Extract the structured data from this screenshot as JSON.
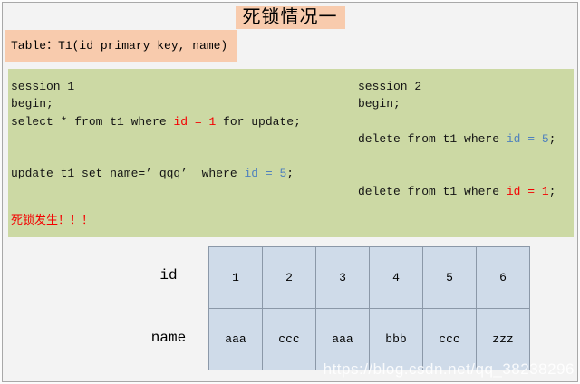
{
  "colors": {
    "page_bg": "#f3f3f3",
    "highlight_orange": "#f8cbad",
    "panel_green": "#ccd9a4",
    "cell_blue": "#cfdbe9",
    "grid_gray": "#8b98a8",
    "sql_red": "#f40000",
    "sql_blue": "#4f81bd"
  },
  "title": {
    "text": "死锁情况一"
  },
  "table_label": {
    "text": "Table：T1(id primary key, name)"
  },
  "sessions": {
    "session1": {
      "lines": [
        {
          "segs": [
            {
              "t": "session 1"
            }
          ]
        },
        {
          "segs": [
            {
              "t": "begin;"
            }
          ]
        },
        {
          "segs": [
            {
              "t": "select * from t1 where "
            },
            {
              "t": "id = 1",
              "c": "red"
            },
            {
              "t": " for update;"
            }
          ]
        },
        {
          "segs": []
        },
        {
          "segs": []
        },
        {
          "segs": [
            {
              "t": "update t1 set name=’ qqq’  where "
            },
            {
              "t": "id = 5",
              "c": "blue"
            },
            {
              "t": ";"
            }
          ]
        },
        {
          "segs": []
        },
        {
          "gap": true,
          "segs": [
            {
              "t": "死锁发生！！！",
              "c": "red"
            }
          ]
        }
      ]
    },
    "session2": {
      "lines": [
        {
          "segs": [
            {
              "t": "session 2"
            }
          ]
        },
        {
          "segs": [
            {
              "t": "begin;"
            }
          ]
        },
        {
          "segs": []
        },
        {
          "segs": [
            {
              "t": "delete from t1 where "
            },
            {
              "t": "id = 5",
              "c": "blue"
            },
            {
              "t": ";"
            }
          ]
        },
        {
          "segs": []
        },
        {
          "segs": []
        },
        {
          "segs": [
            {
              "t": "delete from t1 where "
            },
            {
              "t": "id = 1",
              "c": "red"
            },
            {
              "t": ";"
            }
          ]
        }
      ]
    }
  },
  "data_table": {
    "rows": [
      {
        "label": "id",
        "cells": [
          "1",
          "2",
          "3",
          "4",
          "5",
          "6"
        ]
      },
      {
        "label": "name",
        "cells": [
          "aaa",
          "ccc",
          "aaa",
          "bbb",
          "ccc",
          "zzz"
        ]
      }
    ]
  },
  "watermark": "https://blog.csdn.net/qq_38238296"
}
